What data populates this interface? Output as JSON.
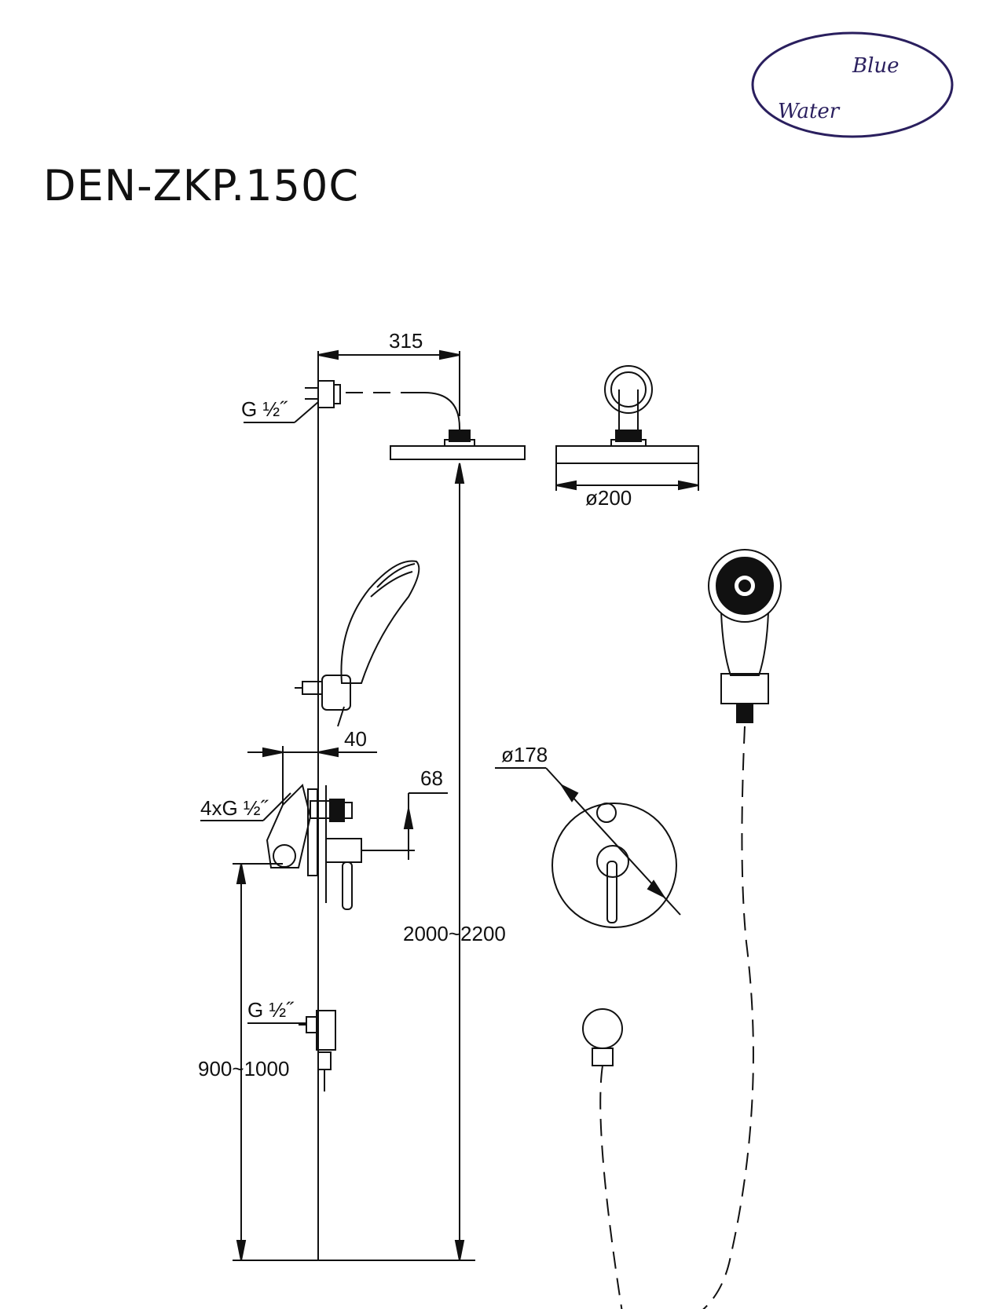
{
  "brand": {
    "line1": "Blue",
    "line2": "Water",
    "color": "#2a1f5e"
  },
  "model": "DEN-ZKP.150C",
  "dimensions": {
    "arm_length": "315",
    "inlet_top": "G ½˝",
    "head_diameter": "ø200",
    "wall_offset": "40",
    "handle_offset": "68",
    "mixer_inlets": "4xG ½˝",
    "plate_diameter": "ø178",
    "total_height": "2000~2200",
    "outlet_bottom": "G ½˝",
    "mixer_height": "900~1000"
  },
  "colors": {
    "line": "#111111",
    "background": "#ffffff"
  }
}
